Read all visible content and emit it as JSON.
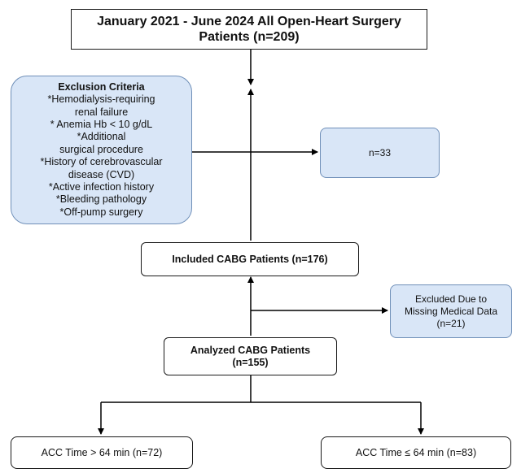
{
  "colors": {
    "excluded_fill": "#d9e6f7",
    "box_border": "#1a1a1a",
    "arrow": "#000000"
  },
  "top_box": {
    "line1": "January 2021 - June 2024 All Open-Heart Surgery",
    "line2": "Patients (n=209)"
  },
  "exclusion": {
    "title": "Exclusion Criteria",
    "lines": [
      "*Hemodialysis-requiring",
      "renal failure",
      "* Anemia Hb < 10 g/dL",
      "*Additional",
      "surgical procedure",
      "*History of cerebrovascular",
      "disease (CVD)",
      "*Active infection history",
      "*Bleeding pathology",
      "*Off-pump surgery"
    ]
  },
  "excluded_count": "n=33",
  "included": "Included CABG Patients (n=176)",
  "missing": {
    "line1": "Excluded Due to",
    "line2": "Missing Medical Data",
    "line3": "(n=21)"
  },
  "analyzed": {
    "line1": "Analyzed CABG Patients",
    "line2": "(n=155)"
  },
  "acc_high": "ACC Time > 64 min (n=72)",
  "acc_low": "ACC Time ≤ 64 min (n=83)"
}
